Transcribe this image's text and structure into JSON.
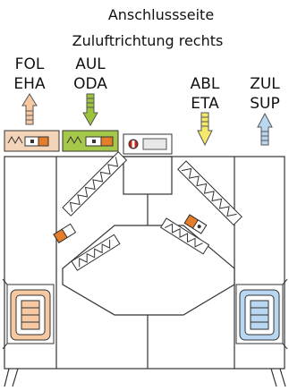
{
  "header": {
    "line1": "Anschlussseite",
    "line2": "Zuluftrichtung rechts"
  },
  "ports": [
    {
      "code": "FOL",
      "sub": "EHA",
      "arrow": "up",
      "color": "#f6c9a3"
    },
    {
      "code": "AUL",
      "sub": "ODA",
      "arrow": "down",
      "color": "#9bc43c"
    },
    {
      "code": "ABL",
      "sub": "ETA",
      "arrow": "down",
      "color": "#f5e86a"
    },
    {
      "code": "ZUL",
      "sub": "SUP",
      "arrow": "up",
      "color": "#b9d7f0"
    }
  ],
  "colors": {
    "filter_left": "#f3d4b8",
    "filter_mid": "#a6c84a",
    "fan_left": "#f5c9a1",
    "fan_right": "#b9d7f0",
    "sensor": "#e57d2a",
    "control_red": "#d0241b",
    "frame": "#333333"
  },
  "icons": [
    "filter-icon",
    "sensor-icon",
    "control-panel-icon",
    "heat-exchanger-icon",
    "fan-icon"
  ]
}
